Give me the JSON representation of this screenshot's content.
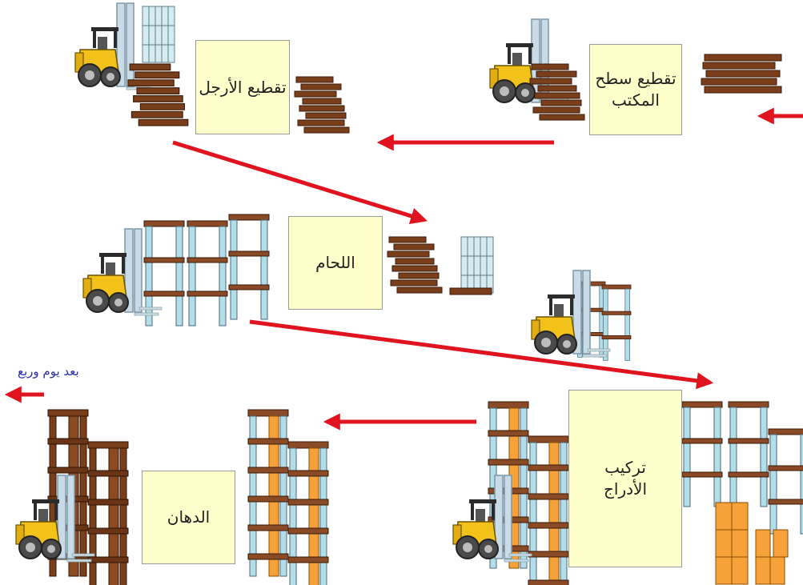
{
  "stations": {
    "desk_top_cutting": "تقطيع سطح\nالمكتب",
    "leg_cutting": "تقطيع الأرجل",
    "welding": "اللحام",
    "drawer_assembly": "تركيب\nالأدراج",
    "painting": "الدهان"
  },
  "exit_caption": "بعد يوم وربع",
  "colors": {
    "station_fill": "#ffffcc",
    "arrow": "#e0141e",
    "wood_plank": "#7a3e1a",
    "frame_post": "#b3dde8",
    "frame_shelf": "#8b4a26",
    "drawer": "#f7a13a",
    "forklift_body": "#f2c21b",
    "caption": "#2a2ab0"
  },
  "icons": [
    "forklift-icon",
    "plank-stack-icon",
    "post-bundle-icon",
    "shelf-frame-icon",
    "drawer-box-icon",
    "flow-arrow-icon"
  ]
}
